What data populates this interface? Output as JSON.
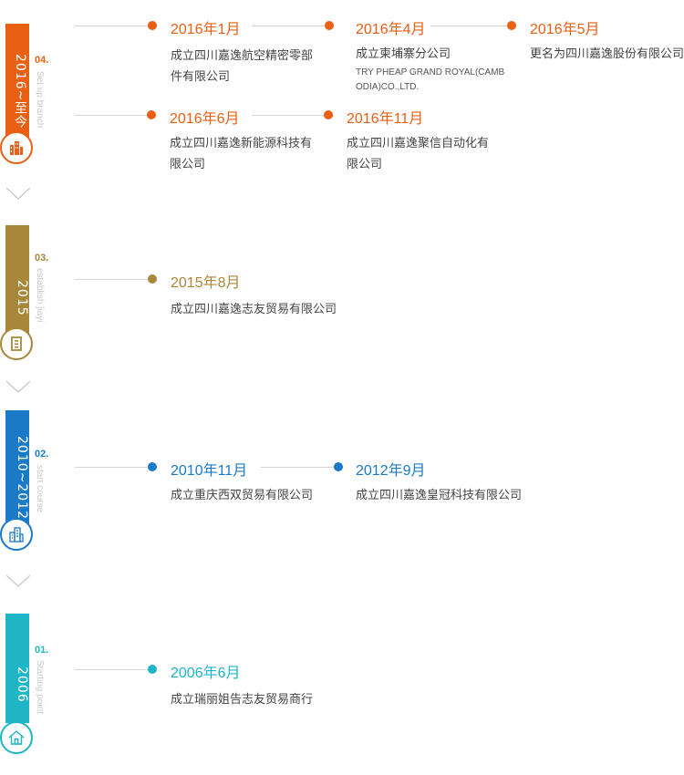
{
  "colors": {
    "orange": "#e95f13",
    "gold": "#a9873a",
    "blue": "#1a7ac8",
    "teal": "#1eb5c6"
  },
  "sections": [
    {
      "year": "2016~至今",
      "num": "04.",
      "en": "Set up branch",
      "icon": "building-icon",
      "events": [
        {
          "date": "2016年1月",
          "text": "成立四川嘉逸航空精密零部件有限公司"
        },
        {
          "date": "2016年4月",
          "text": "成立柬埔寨分公司",
          "sub": "TRY PHEAP GRAND ROYAL(CAMBODIA)CO.,LTD."
        },
        {
          "date": "2016年5月",
          "text": "更名为四川嘉逸股份有限公司"
        },
        {
          "date": "2016年6月",
          "text": "成立四川嘉逸新能源科技有限公司"
        },
        {
          "date": "2016年11月",
          "text": "成立四川嘉逸聚信自动化有限公司"
        }
      ]
    },
    {
      "year": "2015",
      "num": "03.",
      "en": "establish jiayi",
      "icon": "document-icon",
      "events": [
        {
          "date": "2015年8月",
          "text": "成立四川嘉逸志友贸易有限公司"
        }
      ]
    },
    {
      "year": "2010~2012",
      "num": "02.",
      "en": "start course",
      "icon": "office-building-icon",
      "events": [
        {
          "date": "2010年11月",
          "text": "成立重庆西双贸易有限公司"
        },
        {
          "date": "2012年9月",
          "text": "成立四川嘉逸皇冠科技有限公司"
        }
      ]
    },
    {
      "year": "2006",
      "num": "01.",
      "en": "Starting point",
      "icon": "home-icon",
      "events": [
        {
          "date": "2006年6月",
          "text": "成立瑞丽姐告志友贸易商行"
        }
      ]
    }
  ]
}
